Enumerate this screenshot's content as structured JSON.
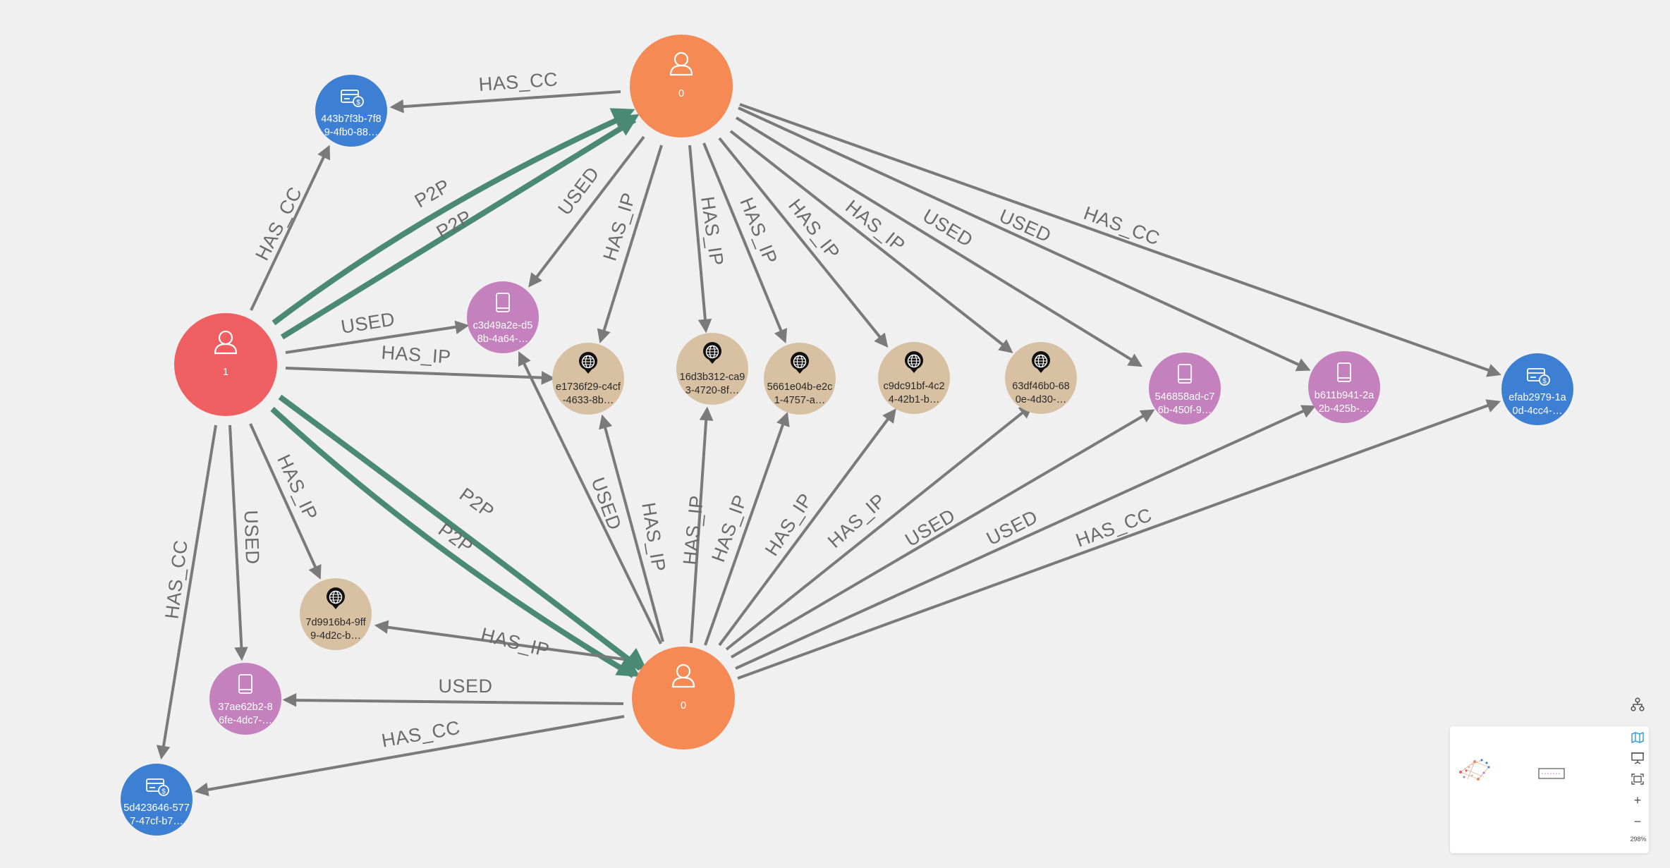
{
  "nodes": [
    {
      "id": "user-mid",
      "kind": "person",
      "label": "1",
      "color": "#ef5f62"
    },
    {
      "id": "user-top",
      "kind": "person",
      "label": "0",
      "color": "#f58a55"
    },
    {
      "id": "user-bot",
      "kind": "person",
      "label": "0",
      "color": "#f58a55"
    },
    {
      "id": "cc-1",
      "kind": "credit-card",
      "lines": [
        "443b7f3b-7f8",
        "9-4fb0-88…"
      ],
      "color": "#3d7fd3"
    },
    {
      "id": "cc-2",
      "kind": "credit-card",
      "lines": [
        "efab2979-1a",
        "0d-4cc4-…"
      ],
      "color": "#3d7fd3"
    },
    {
      "id": "cc-3",
      "kind": "credit-card",
      "lines": [
        "5d423646-577",
        "7-47cf-b7…"
      ],
      "color": "#3d7fd3"
    },
    {
      "id": "dev-1",
      "kind": "device",
      "lines": [
        "c3d49a2e-d5",
        "8b-4a64-…"
      ],
      "color": "#c481bd"
    },
    {
      "id": "dev-2",
      "kind": "device",
      "lines": [
        "546858ad-c7",
        "6b-450f-9…"
      ],
      "color": "#c481bd"
    },
    {
      "id": "dev-3",
      "kind": "device",
      "lines": [
        "b611b941-2a",
        "2b-425b-…"
      ],
      "color": "#c481bd"
    },
    {
      "id": "dev-4",
      "kind": "device",
      "lines": [
        "37ae62b2-8",
        "6fe-4dc7-…"
      ],
      "color": "#c481bd"
    },
    {
      "id": "ip-1",
      "kind": "ip",
      "lines": [
        "e1736f29-c4cf",
        "-4633-8b…"
      ],
      "color": "#d7c1a2"
    },
    {
      "id": "ip-2",
      "kind": "ip",
      "lines": [
        "16d3b312-ca9",
        "3-4720-8f…"
      ],
      "color": "#d7c1a2"
    },
    {
      "id": "ip-3",
      "kind": "ip",
      "lines": [
        "5661e04b-e2c",
        "1-4757-a…"
      ],
      "color": "#d7c1a2"
    },
    {
      "id": "ip-4",
      "kind": "ip",
      "lines": [
        "c9dc91bf-4c2",
        "4-42b1-b…"
      ],
      "color": "#d7c1a2"
    },
    {
      "id": "ip-5",
      "kind": "ip",
      "lines": [
        "63df46b0-68",
        "0e-4d30-…"
      ],
      "color": "#d7c1a2"
    },
    {
      "id": "ip-6",
      "kind": "ip",
      "lines": [
        "7d9916b4-9ff",
        "9-4d2c-b…"
      ],
      "color": "#d7c1a2"
    }
  ],
  "edges": [
    {
      "from": "user-top",
      "to": "cc-1",
      "label": "HAS_CC"
    },
    {
      "from": "user-mid",
      "to": "cc-1",
      "label": "HAS_CC"
    },
    {
      "from": "user-mid",
      "to": "user-top",
      "label": "P2P",
      "type": "p2p"
    },
    {
      "from": "user-mid",
      "to": "user-top",
      "label": "P2P",
      "type": "p2p"
    },
    {
      "from": "user-top",
      "to": "dev-1",
      "label": "USED"
    },
    {
      "from": "user-mid",
      "to": "dev-1",
      "label": "USED"
    },
    {
      "from": "user-mid",
      "to": "ip-1",
      "label": "HAS_IP"
    },
    {
      "from": "user-top",
      "to": "ip-1",
      "label": "HAS_IP"
    },
    {
      "from": "user-top",
      "to": "ip-2",
      "label": "HAS_IP"
    },
    {
      "from": "user-top",
      "to": "ip-3",
      "label": "HAS_IP"
    },
    {
      "from": "user-top",
      "to": "ip-4",
      "label": "HAS_IP"
    },
    {
      "from": "user-top",
      "to": "ip-5",
      "label": "HAS_IP"
    },
    {
      "from": "user-top",
      "to": "dev-2",
      "label": "USED"
    },
    {
      "from": "user-top",
      "to": "dev-3",
      "label": "USED"
    },
    {
      "from": "user-top",
      "to": "cc-2",
      "label": "HAS_CC"
    },
    {
      "from": "user-mid",
      "to": "user-bot",
      "label": "P2P",
      "type": "p2p"
    },
    {
      "from": "user-mid",
      "to": "user-bot",
      "label": "P2P",
      "type": "p2p"
    },
    {
      "from": "user-mid",
      "to": "ip-6",
      "label": "HAS_IP"
    },
    {
      "from": "user-mid",
      "to": "dev-4",
      "label": "USED"
    },
    {
      "from": "user-mid",
      "to": "cc-3",
      "label": "HAS_CC"
    },
    {
      "from": "user-bot",
      "to": "dev-1",
      "label": "USED"
    },
    {
      "from": "user-bot",
      "to": "ip-1",
      "label": "HAS_IP"
    },
    {
      "from": "user-bot",
      "to": "ip-2",
      "label": "HAS_IP"
    },
    {
      "from": "user-bot",
      "to": "ip-3",
      "label": "HAS_IP"
    },
    {
      "from": "user-bot",
      "to": "ip-4",
      "label": "HAS_IP"
    },
    {
      "from": "user-bot",
      "to": "ip-5",
      "label": "HAS_IP"
    },
    {
      "from": "user-bot",
      "to": "dev-2",
      "label": "USED"
    },
    {
      "from": "user-bot",
      "to": "dev-3",
      "label": "USED"
    },
    {
      "from": "user-bot",
      "to": "cc-2",
      "label": "HAS_CC"
    },
    {
      "from": "user-bot",
      "to": "ip-6",
      "label": "HAS_IP"
    },
    {
      "from": "user-bot",
      "to": "dev-4",
      "label": "USED"
    },
    {
      "from": "user-bot",
      "to": "cc-3",
      "label": "HAS_CC"
    }
  ],
  "toolbar": {
    "hierarchy_icon": "hierarchy-icon",
    "map_icon": "map-icon",
    "presentation_icon": "presentation-icon",
    "fit_icon": "fit-to-screen-icon",
    "zoom_in": "+",
    "zoom_out": "−",
    "zoom_level": "298%"
  },
  "colors": {
    "p2p_edge": "#4a8a74",
    "edge": "#7a7a7a",
    "accent": "#3aa0d8"
  }
}
